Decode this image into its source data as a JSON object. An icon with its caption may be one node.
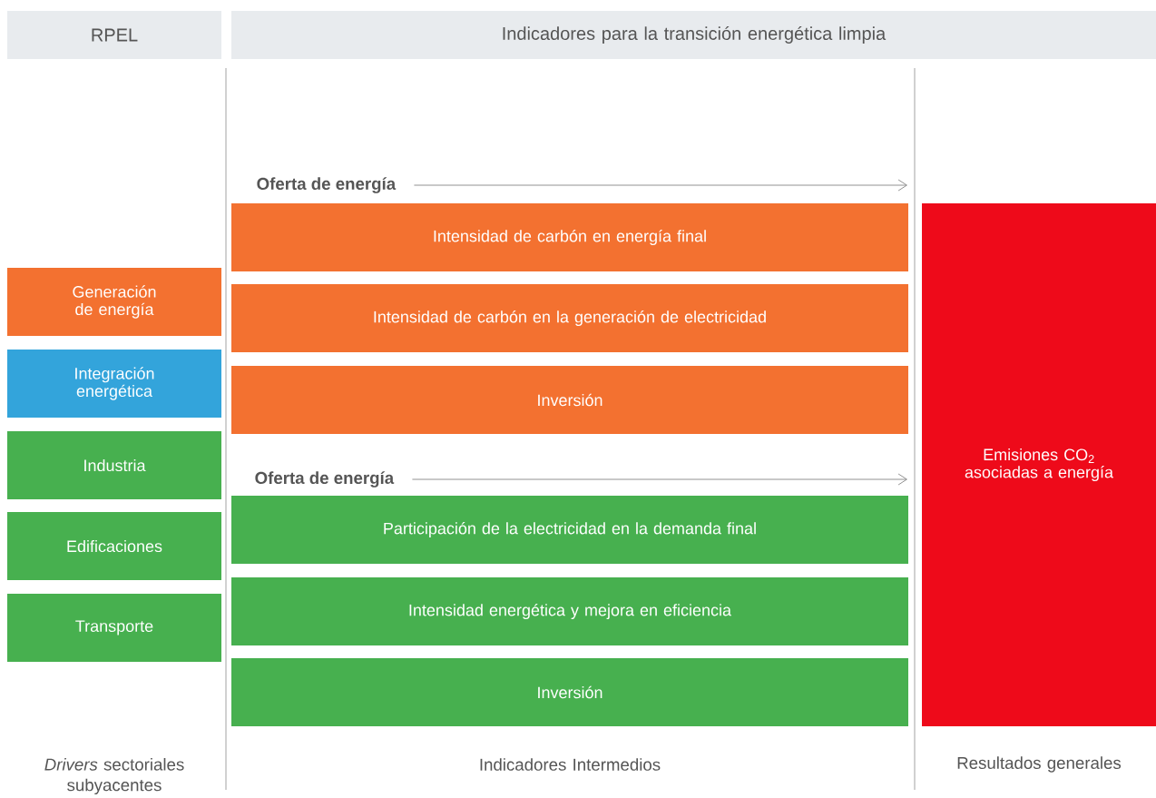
{
  "diagram": {
    "nodes": [
      {
        "text": [
          "RPEL"
        ]
      },
      {
        "text": [
          "Indicadores para la transición energética limpia"
        ]
      },
      {
        "text": [
          "Generación de energía"
        ]
      },
      {
        "text": [
          "Integración energética"
        ]
      },
      {
        "text": [
          "Industria"
        ]
      },
      {
        "text": [
          "Edificaciones"
        ]
      },
      {
        "text": [
          "Transporte"
        ]
      },
      {
        "text": [
          "Oferta de energía"
        ]
      },
      {
        "text": [
          "Intensidad de carbón en energía final"
        ]
      },
      {
        "text": [
          "Intensidad de carbón en la generación de electricidad"
        ]
      },
      {
        "text": [
          "Inversión"
        ]
      },
      {
        "text": [
          "Oferta de energía"
        ]
      },
      {
        "text": [
          "Participación de la electricidad en la demanda final"
        ]
      },
      {
        "text": [
          "Intensidad energética y mejora en eficiencia"
        ]
      },
      {
        "text": [
          "Inversión"
        ]
      },
      {
        "text": [
          "Emisiones CO$_{2}$ asociadas a energía"
        ]
      }
    ],
    "edges": [
      {
        "from": 7,
        "to": 8,
        "arrow": "to"
      },
      {
        "from": 11,
        "to": 12,
        "arrow": "to"
      }
    ],
    "labels": [
      "*Drivers* sectoriales subyacentes",
      "Indicadores Intermedios",
      "Resultados generales"
    ]
  }
}
